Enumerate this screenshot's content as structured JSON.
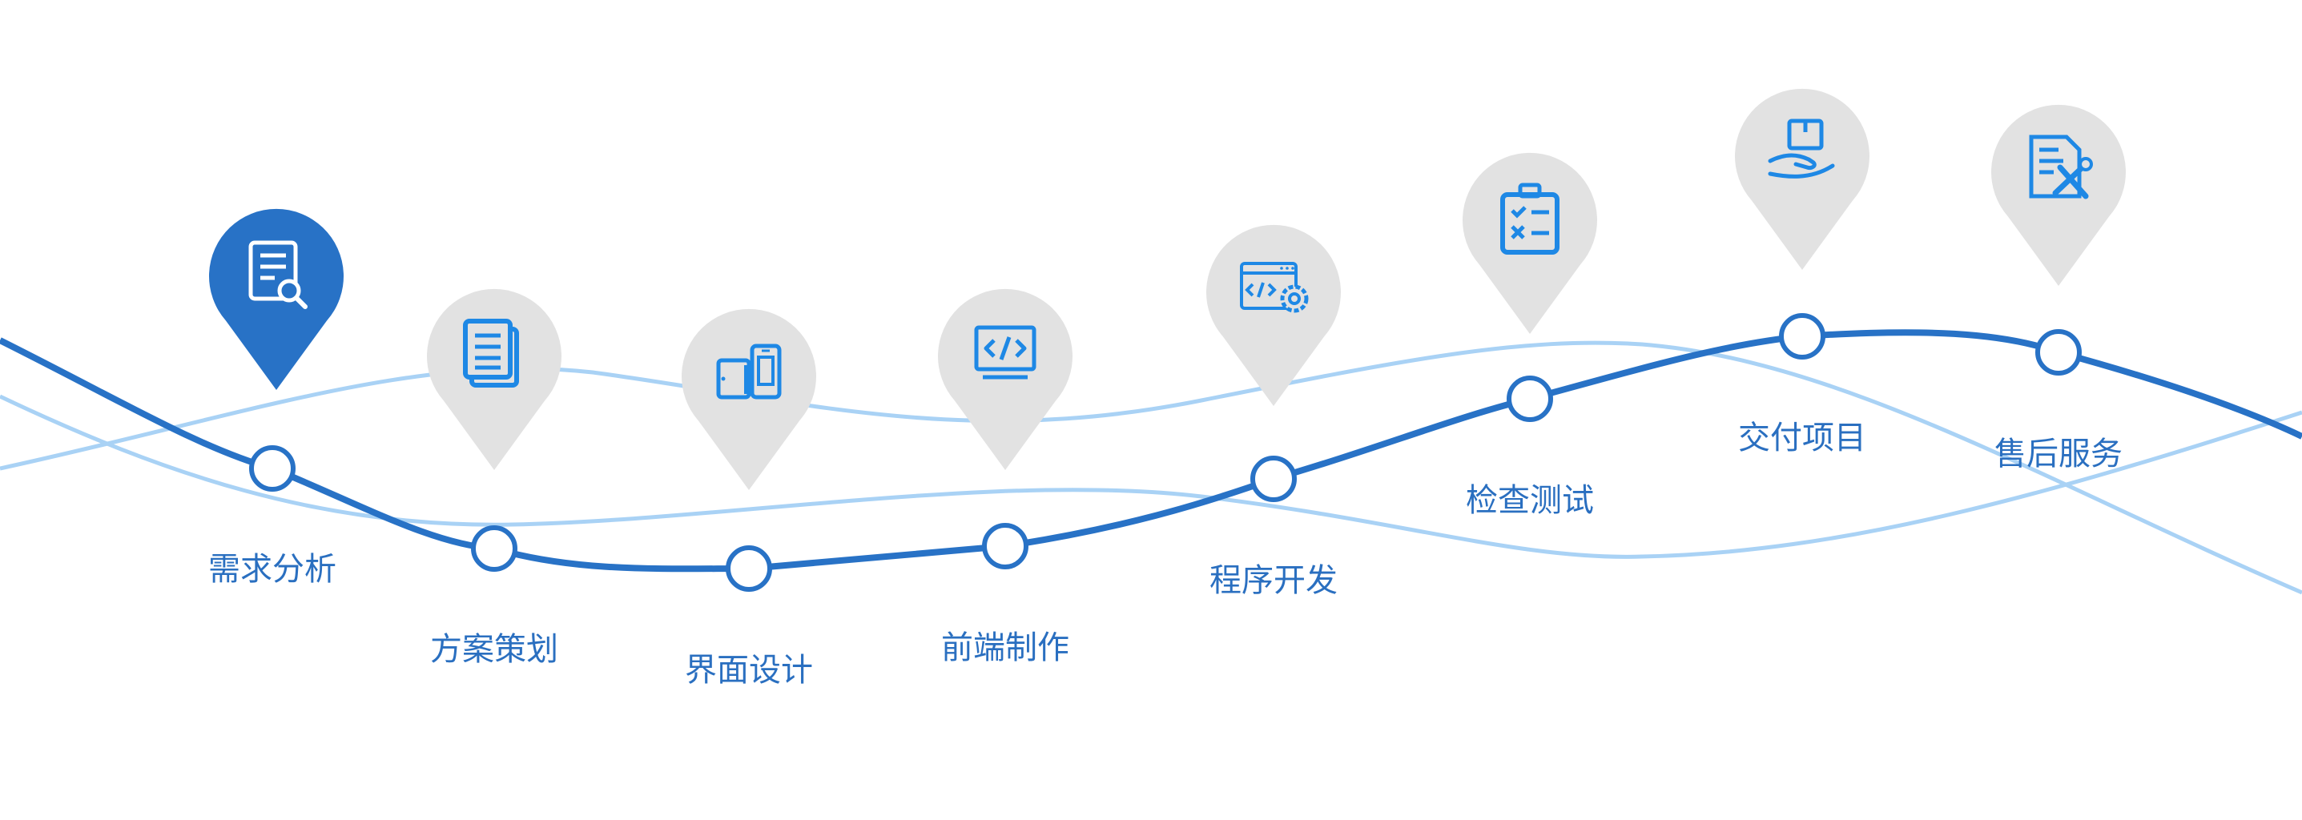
{
  "colors": {
    "main_line": "#2872c6",
    "light_line": "#a9d2f5",
    "pin_inactive": "#e2e2e2",
    "pin_active": "#2872c6",
    "icon_inactive": "#1e88e5",
    "icon_active": "#ffffff",
    "label": "#2a6fc0",
    "node_fill": "#ffffff"
  },
  "steps": [
    {
      "label": "需求分析",
      "icon": "document-search-icon",
      "active": true
    },
    {
      "label": "方案策划",
      "icon": "document-stack-icon",
      "active": false
    },
    {
      "label": "界面设计",
      "icon": "devices-icon",
      "active": false
    },
    {
      "label": "前端制作",
      "icon": "code-monitor-icon",
      "active": false
    },
    {
      "label": "程序开发",
      "icon": "browser-gear-icon",
      "active": false
    },
    {
      "label": "检查测试",
      "icon": "checklist-clipboard-icon",
      "active": false
    },
    {
      "label": "交付项目",
      "icon": "hand-package-icon",
      "active": false
    },
    {
      "label": "售后服务",
      "icon": "document-tools-icon",
      "active": false
    }
  ]
}
